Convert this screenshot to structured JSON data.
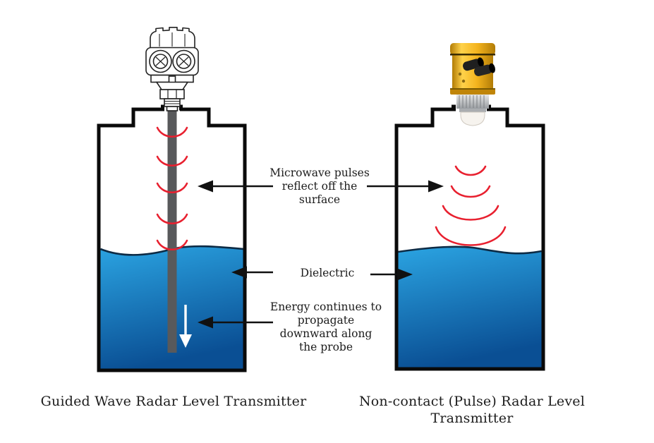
{
  "diagram": {
    "left": {
      "caption": "Guided Wave Radar Level Transmitter",
      "device": "guided-wave-radar-transmitter",
      "pulse_count": 5
    },
    "right": {
      "caption": "Non-contact (Pulse) Radar Level Transmitter",
      "device": "pulse-radar-transmitter",
      "pulse_count": 4
    },
    "annotations": {
      "microwave": {
        "lines": [
          "Microwave pulses",
          "reflect off the",
          "surface"
        ]
      },
      "dielectric": {
        "text": "Dielectric"
      },
      "energy": {
        "lines": [
          "Energy continues to",
          "propagate",
          "downward along",
          "the probe"
        ]
      }
    },
    "icons": {
      "radar_pulse": "red-arc",
      "energy_direction": "white-down-arrow",
      "pointer": "black-arrow"
    },
    "colors": {
      "tank_outline": "#0a0a0a",
      "pulse_red": "#e8202f",
      "liquid_top": "#2ba4e2",
      "liquid_bottom": "#0a4f94",
      "wave_outline": "#0d2b45",
      "probe_gray": "#58595b",
      "arrow_black": "#111111",
      "text_color": "#1c1c1c",
      "yellow_main": "#f4b41e",
      "yellow_light": "#ffd24a",
      "yellow_dark": "#b27c06",
      "chrome_light": "#e8e8e8",
      "chrome_dark": "#999da1",
      "dome_white": "#f6f3ee"
    }
  }
}
